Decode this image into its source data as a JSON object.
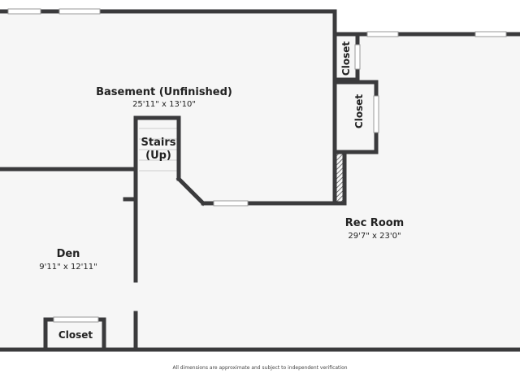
{
  "colors": {
    "wall": "#3a3a3c",
    "floor": "#f6f6f6",
    "window": "#d8d8d8",
    "background": "#ffffff"
  },
  "rooms": {
    "basement": {
      "name": "Basement (Unfinished)",
      "dims": "25'11\" x 13'10\""
    },
    "stairs": {
      "line1": "Stairs",
      "line2": "(Up)"
    },
    "rec_room": {
      "name": "Rec Room",
      "dims": "29'7\" x 23'0\""
    },
    "den": {
      "name": "Den",
      "dims": "9'11\" x 12'11\""
    },
    "closet_upper": {
      "name": "Closet"
    },
    "closet_lower": {
      "name": "Closet"
    },
    "closet_den": {
      "name": "Closet"
    }
  },
  "footer": {
    "disclaimer": "All dimensions are approximate and subject to independent verification"
  }
}
